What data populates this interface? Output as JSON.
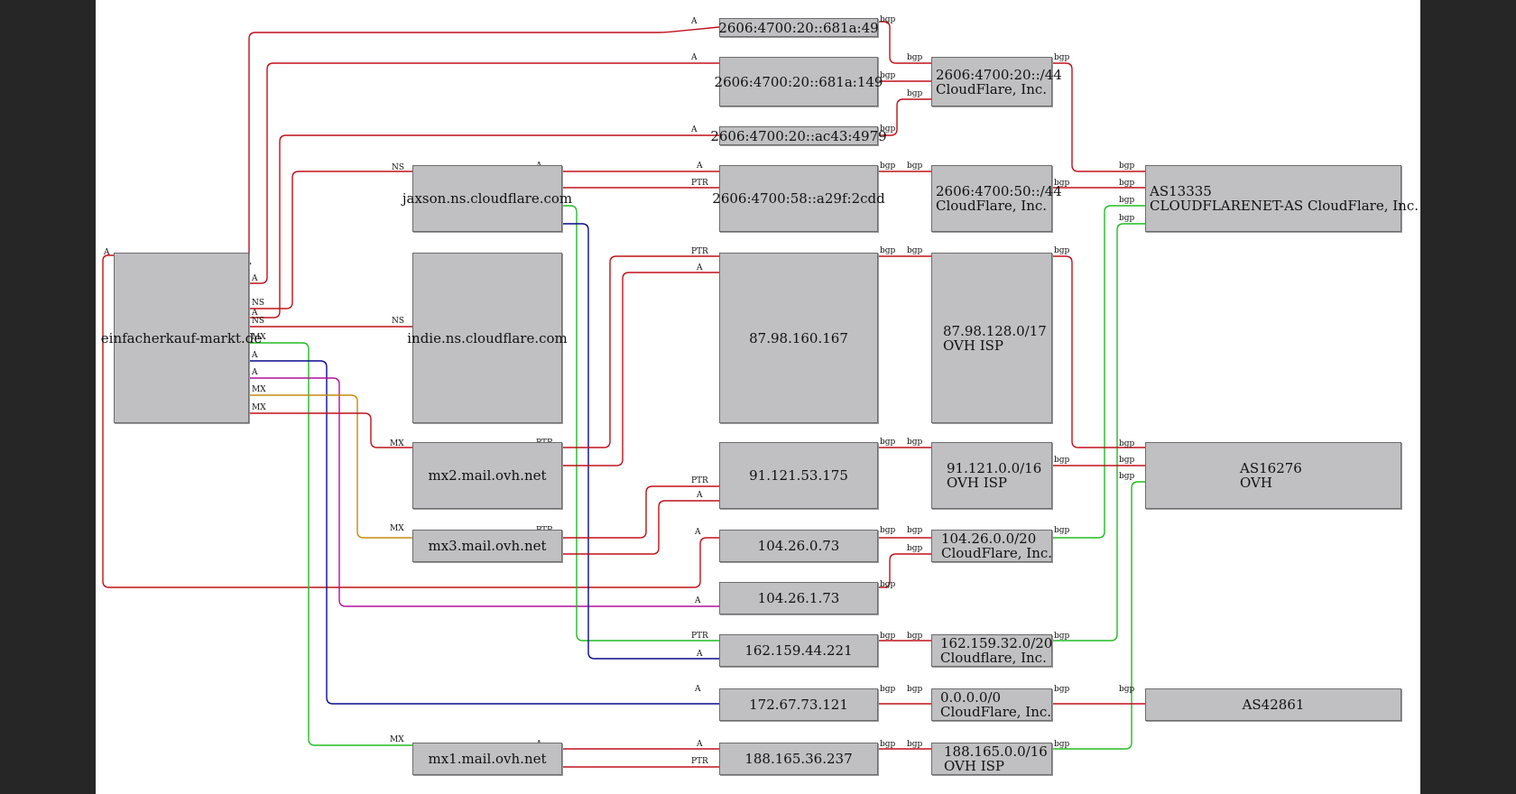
{
  "colors": {
    "red": "#c0101a",
    "green": "#22bb22",
    "blue": "#0a0a8a",
    "magenta": "#b0109a",
    "orange": "#c88a10",
    "node_fill": "#c0bfc2"
  },
  "nodes": {
    "domain": "einfacherkauf-markt.de",
    "jaxson": "jaxson.ns.cloudflare.com",
    "indie": "indie.ns.cloudflare.com",
    "mx2": "mx2.mail.ovh.net",
    "mx3": "mx3.mail.ovh.net",
    "mx1": "mx1.mail.ovh.net",
    "ip_681a49": "2606:4700:20::681a:49",
    "ip_681a149": "2606:4700:20::681a:149",
    "ip_ac434979": "2606:4700:20::ac43:4979",
    "ip_a29f2cdd": "2606:4700:58::a29f:2cdd",
    "ip_87": "87.98.160.167",
    "ip_91": "91.121.53.175",
    "ip_104_0": "104.26.0.73",
    "ip_104_1": "104.26.1.73",
    "ip_162": "162.159.44.221",
    "ip_172": "172.67.73.121",
    "ip_188": "188.165.36.237",
    "net_cf20": "2606:4700:20::/44\nCloudFlare, Inc.",
    "net_cf50": "2606:4700:50::/44\nCloudFlare, Inc.",
    "net_87": "87.98.128.0/17\nOVH ISP",
    "net_91": "91.121.0.0/16\nOVH ISP",
    "net_104": "104.26.0.0/20\nCloudFlare, Inc.",
    "net_162": "162.159.32.0/20\nCloudflare, Inc.",
    "net_0": "0.0.0.0/0\nCloudFlare, Inc.",
    "net_188": "188.165.0.0/16\nOVH ISP",
    "as13335": "AS13335\nCLOUDFLARENET-AS CloudFlare, Inc.",
    "as16276": "AS16276\nOVH",
    "as42861": "AS42861"
  },
  "edge_labels": {
    "a": "A",
    "ns": "NS",
    "mx": "MX",
    "ptr": "PTR",
    "bgp": "bgp"
  }
}
